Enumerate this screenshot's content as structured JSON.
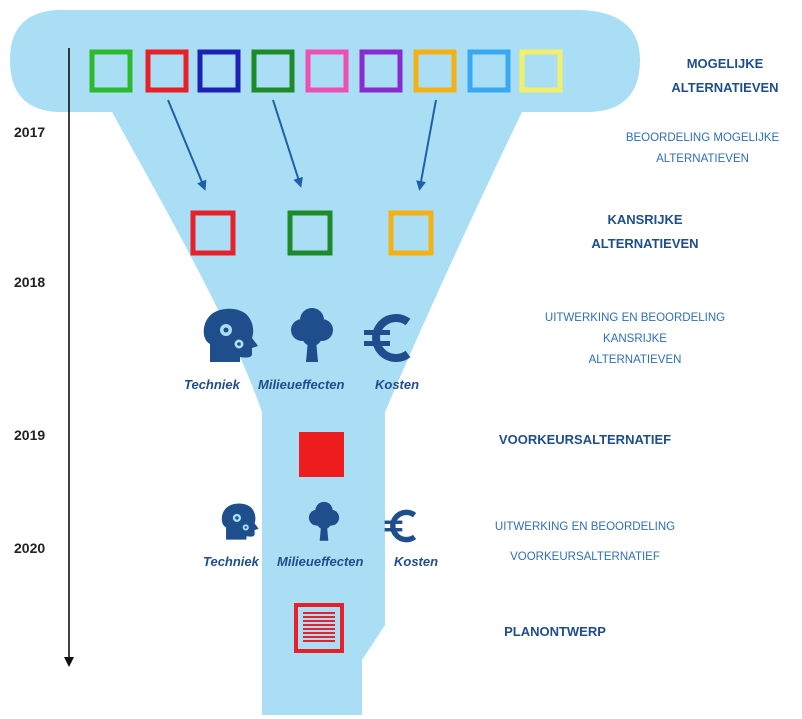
{
  "years": [
    "2017",
    "2018",
    "2019",
    "2020"
  ],
  "stages": {
    "possible": {
      "title_lines": [
        "MOGELIJKE",
        "ALTERNATIEVEN"
      ]
    },
    "assess_possible": {
      "note_lines": [
        "BEOORDELING MOGELIJKE",
        "ALTERNATIEVEN"
      ]
    },
    "promising": {
      "title_lines": [
        "KANSRIJKE",
        "ALTERNATIEVEN"
      ]
    },
    "elaborate_promising": {
      "note_lines": [
        "UITWERKING EN BEOORDELING",
        "KANSRIJKE",
        "ALTERNATIEVEN"
      ]
    },
    "preferred": {
      "title": "VOORKEURSALTERNATIEF"
    },
    "elaborate_preferred": {
      "note_lines": [
        "UITWERKING EN BEOORDELING",
        "VOORKEURSALTERNATIEF"
      ]
    },
    "plan": {
      "title": "PLANONTWERP"
    }
  },
  "criteria": {
    "technique": "Techniek",
    "environment": "Milieueffecten",
    "costs": "Kosten",
    "icons": [
      "head-gears-icon",
      "tree-icon",
      "euro-icon"
    ]
  },
  "alternatives": {
    "possible_colors": [
      "#2db92d",
      "#e8202a",
      "#1e22b4",
      "#1f8a2a",
      "#ef4fb5",
      "#8a2bd0",
      "#f5b114",
      "#38a8f0",
      "#f2f06a"
    ],
    "promising_colors": [
      "#e8202a",
      "#1f8a2a",
      "#f5b114"
    ],
    "preferred_color": "#ee1c1c",
    "plan_color": "#e8202a"
  },
  "colors": {
    "funnel": "#a9def4",
    "title_text": "#1f4e8c",
    "note_text": "#2e6fb8",
    "arrow": "#1f5fa8"
  }
}
